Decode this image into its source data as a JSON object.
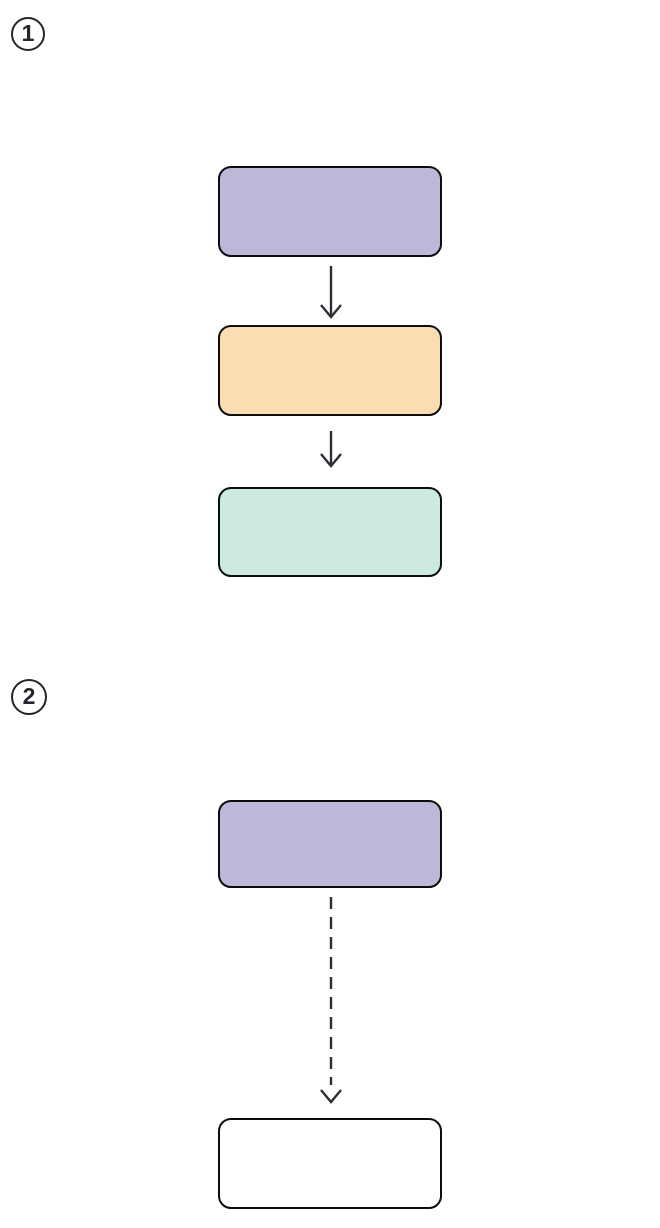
{
  "diagram": {
    "background": "#ffffff",
    "node_border": "#0d0d0d",
    "arrow_color": "#2c2f36",
    "badge_color": "#23262d",
    "sections": [
      {
        "badge": "1",
        "nodes": [
          {
            "name": "step-1",
            "label": "",
            "fill": "#beb8d8"
          },
          {
            "name": "step-2",
            "label": "",
            "fill": "#fcdcb2"
          },
          {
            "name": "step-3",
            "label": "",
            "fill": "#cdeae2"
          }
        ],
        "connectors": [
          {
            "from": "step-1",
            "to": "step-2",
            "style": "solid",
            "direction": "down"
          },
          {
            "from": "step-2",
            "to": "step-3",
            "style": "solid",
            "direction": "down"
          }
        ]
      },
      {
        "badge": "2",
        "nodes": [
          {
            "name": "step-1",
            "label": "",
            "fill": "#beb8d8"
          },
          {
            "name": "step-2",
            "label": "",
            "fill": "#ffffff"
          }
        ],
        "connectors": [
          {
            "from": "step-1",
            "to": "step-2",
            "style": "dashed",
            "direction": "down"
          }
        ]
      }
    ]
  }
}
